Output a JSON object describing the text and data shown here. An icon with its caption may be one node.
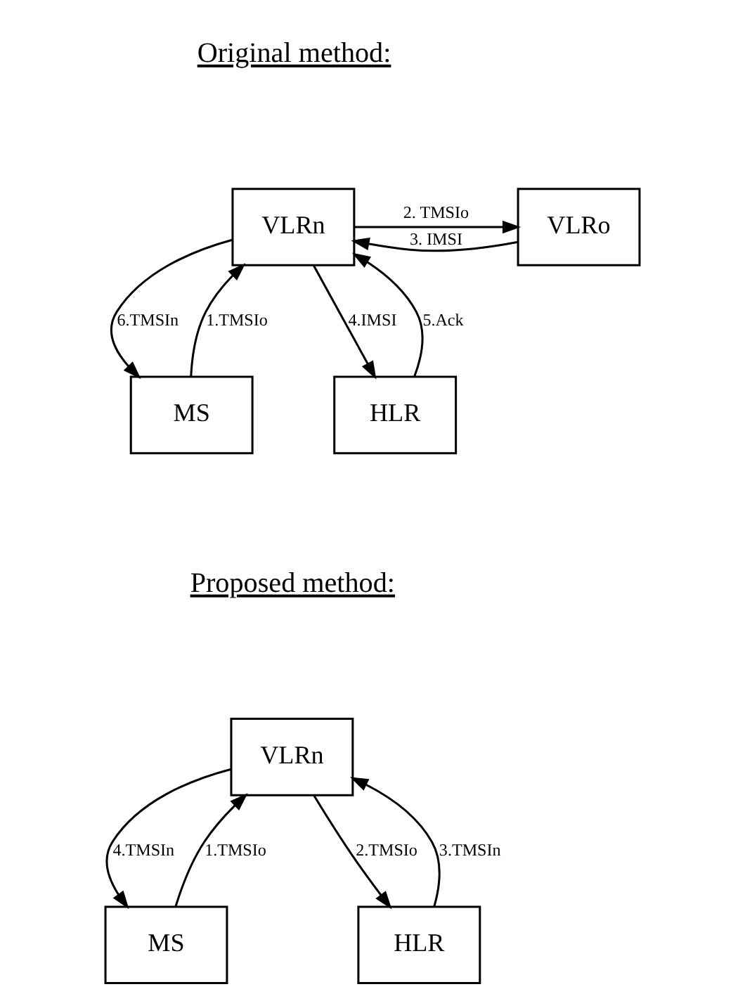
{
  "diagram": {
    "nodes": [
      {
        "text": [
          "VLRn"
        ]
      },
      {
        "text": [
          "VLRo"
        ]
      },
      {
        "text": [
          "MS"
        ]
      },
      {
        "text": [
          "HLR"
        ]
      },
      {
        "text": [
          "VLRn"
        ]
      },
      {
        "text": [
          "MS"
        ]
      },
      {
        "text": [
          "HLR"
        ]
      }
    ],
    "edges": [
      {
        "from": 0,
        "to": 1,
        "arrow": "to",
        "label": "2. TMSIo"
      },
      {
        "from": 1,
        "to": 0,
        "arrow": "to",
        "label": "3. IMSI"
      },
      {
        "from": 2,
        "to": 0,
        "arrow": "to",
        "label": "1.TMSIo"
      },
      {
        "from": 0,
        "to": 2,
        "arrow": "to",
        "label": "6.TMSIn"
      },
      {
        "from": 0,
        "to": 3,
        "arrow": "to",
        "label": "4.IMSI"
      },
      {
        "from": 3,
        "to": 0,
        "arrow": "to",
        "label": "5.Ack"
      },
      {
        "from": 5,
        "to": 4,
        "arrow": "to",
        "label": "1.TMSIo"
      },
      {
        "from": 4,
        "to": 5,
        "arrow": "to",
        "label": "4.TMSIn"
      },
      {
        "from": 4,
        "to": 6,
        "arrow": "to",
        "label": "2.TMSIo"
      },
      {
        "from": 6,
        "to": 4,
        "arrow": "to",
        "label": "3.TMSIn"
      }
    ],
    "labels": [
      "Original method:",
      "Proposed method:"
    ]
  }
}
